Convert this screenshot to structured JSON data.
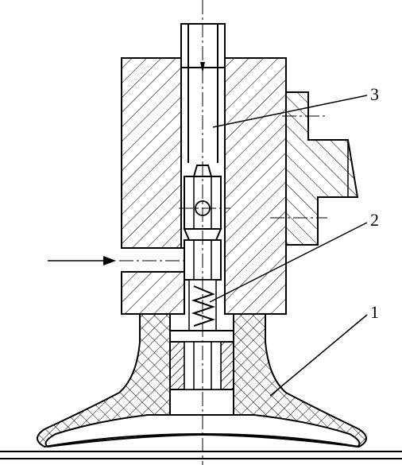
{
  "labels": {
    "part_1": "1",
    "part_2": "2",
    "part_3": "3"
  },
  "colors": {
    "stroke": "#000000",
    "background": "#ffffff"
  },
  "icons": {
    "inlet_arrow": "arrow-right-icon",
    "push_rod_arrow": "arrow-down-icon"
  }
}
